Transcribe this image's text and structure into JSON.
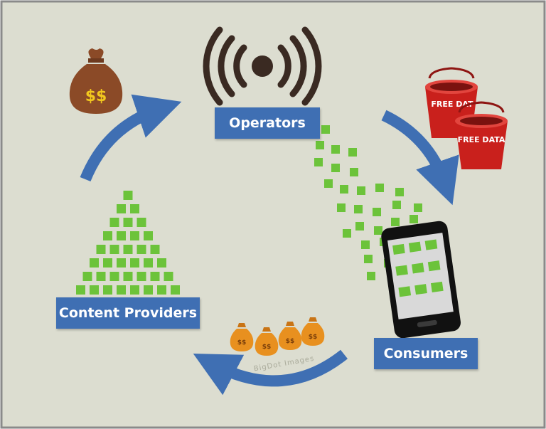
{
  "nodes": {
    "operators": "Operators",
    "content_providers": "Content Providers",
    "consumers": "Consumers"
  },
  "icons": {
    "money_bag_large": "$$",
    "money_bag_small": "$$",
    "bucket_1_text": "FREE DAT",
    "bucket_2_text": "FREE DATA"
  },
  "watermark": "BigDot Images",
  "colors": {
    "background": "#dcddd0",
    "label_box": "#3f6fb3",
    "arrow": "#3f6fb3",
    "data_square": "#6cc33a",
    "bucket": "#c9201c",
    "money_bag_large": "#8b4a27",
    "money_bag_small": "#e8901f",
    "signal": "#3a2a22"
  }
}
